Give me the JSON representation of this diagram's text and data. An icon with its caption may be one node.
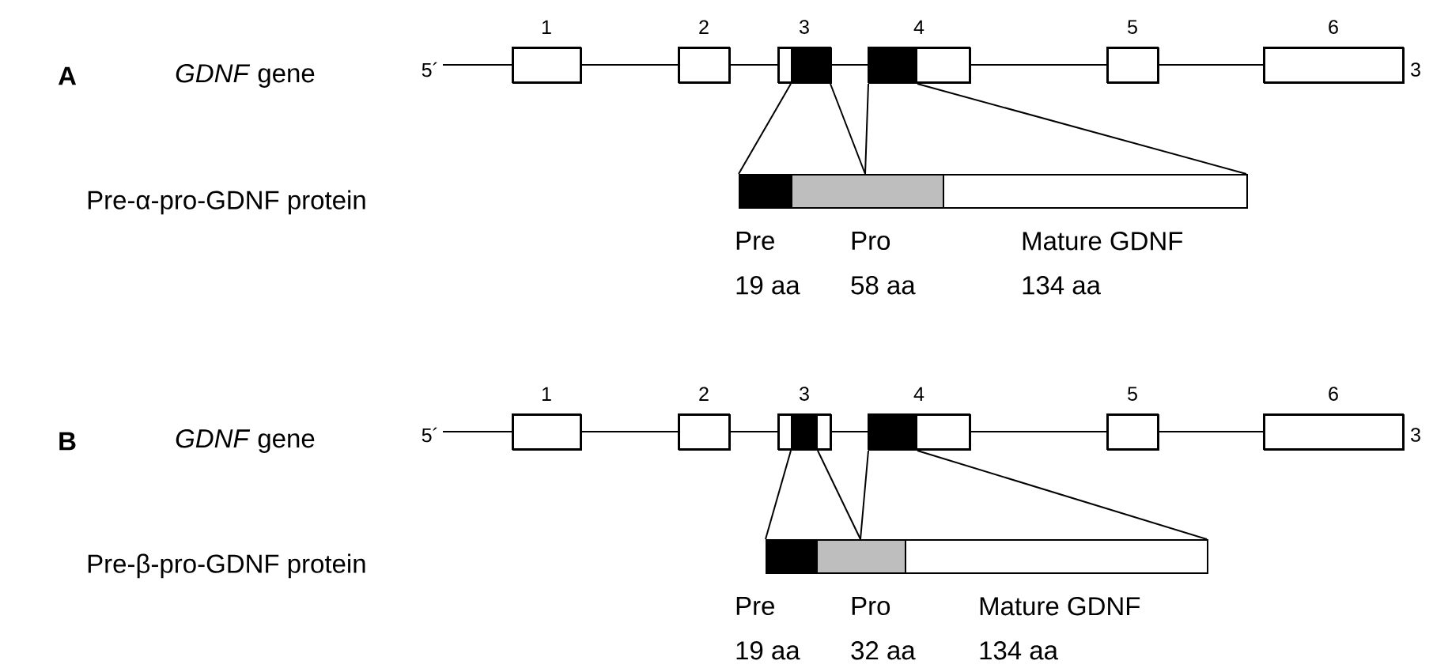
{
  "diagram": {
    "nodes": [
      {
        "text": [],
        "shape": "box",
        "beside": [
          "1"
        ]
      },
      {
        "text": [],
        "shape": "box",
        "beside": [
          "2"
        ]
      },
      {
        "text": [],
        "shape": "box",
        "beside": [
          "3"
        ]
      },
      {
        "text": [],
        "shape": "box",
        "beside": [
          "4"
        ]
      },
      {
        "text": [],
        "shape": "box",
        "beside": [
          "5"
        ]
      },
      {
        "text": [],
        "shape": "box",
        "beside": [
          "6"
        ]
      },
      {
        "text": [],
        "shape": "bar",
        "beside": [
          "Pre",
          "19 aa"
        ]
      },
      {
        "text": [],
        "shape": "bar",
        "beside": [
          "Pro",
          "58 aa"
        ]
      },
      {
        "text": [],
        "shape": "bar",
        "beside": [
          "Mature GDNF",
          "134 aa"
        ]
      },
      {
        "text": [],
        "shape": "box",
        "beside": [
          "1"
        ]
      },
      {
        "text": [],
        "shape": "box",
        "beside": [
          "2"
        ]
      },
      {
        "text": [],
        "shape": "box",
        "beside": [
          "3"
        ]
      },
      {
        "text": [],
        "shape": "box",
        "beside": [
          "4"
        ]
      },
      {
        "text": [],
        "shape": "box",
        "beside": [
          "5"
        ]
      },
      {
        "text": [],
        "shape": "box",
        "beside": [
          "6"
        ]
      },
      {
        "text": [],
        "shape": "bar",
        "beside": [
          "Pre",
          "19 aa"
        ]
      },
      {
        "text": [],
        "shape": "bar",
        "beside": [
          "Pro",
          "32 aa"
        ]
      },
      {
        "text": [],
        "shape": "bar",
        "beside": [
          "Mature GDNF",
          "134 aa"
        ]
      }
    ],
    "edges": [
      {
        "from": 2,
        "to": 6,
        "arrow": "none"
      },
      {
        "from": 2,
        "to": 7,
        "arrow": "none"
      },
      {
        "from": 3,
        "to": 7,
        "arrow": "none"
      },
      {
        "from": 3,
        "to": 8,
        "arrow": "none"
      },
      {
        "from": 11,
        "to": 15,
        "arrow": "none"
      },
      {
        "from": 11,
        "to": 16,
        "arrow": "none"
      },
      {
        "from": 12,
        "to": 16,
        "arrow": "none"
      },
      {
        "from": 12,
        "to": 17,
        "arrow": "none"
      }
    ],
    "labels": [
      "A",
      "*GDNF* gene",
      "5´",
      "3",
      "Pre-α-pro-GDNF protein",
      "B",
      "*GDNF* gene",
      "5´",
      "3",
      "Pre-β-pro-GDNF protein"
    ]
  }
}
